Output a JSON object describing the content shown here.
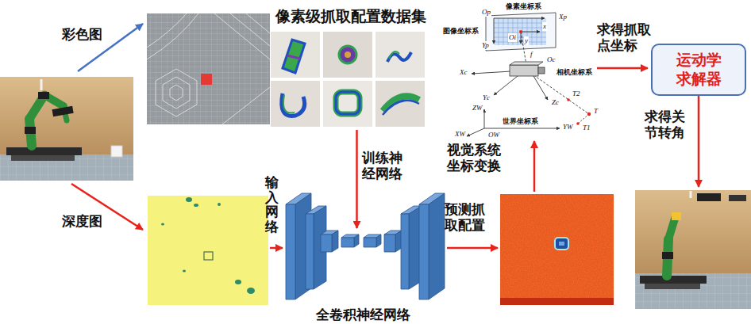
{
  "diagram": {
    "nodes": [
      {
        "text": [
          "像素级抓取配置数据集"
        ]
      },
      {
        "text": [
          "全卷积神经网络"
        ]
      },
      {
        "text": [
          "运动学 求解器"
        ]
      }
    ],
    "edges": [
      {
        "from": 0,
        "to": 1,
        "arrow": "to",
        "label": "训练神 经网络"
      }
    ],
    "labels": [
      "彩色图",
      "深度图",
      "输入网络",
      "预测抓 取配置",
      "视觉系统 坐标变换",
      "求得抓取 点坐标",
      "求得关 节转角",
      "像素坐标系",
      "图像坐标系",
      "相机坐标系",
      "世界坐标系",
      "Op",
      "Xp",
      "Yp",
      "x",
      "y",
      "Oi",
      "f",
      "Xc",
      "Yc",
      "Zc",
      "Oc",
      "T",
      "T1",
      "T2",
      "XW",
      "YW",
      "ZW",
      "OW"
    ]
  }
}
